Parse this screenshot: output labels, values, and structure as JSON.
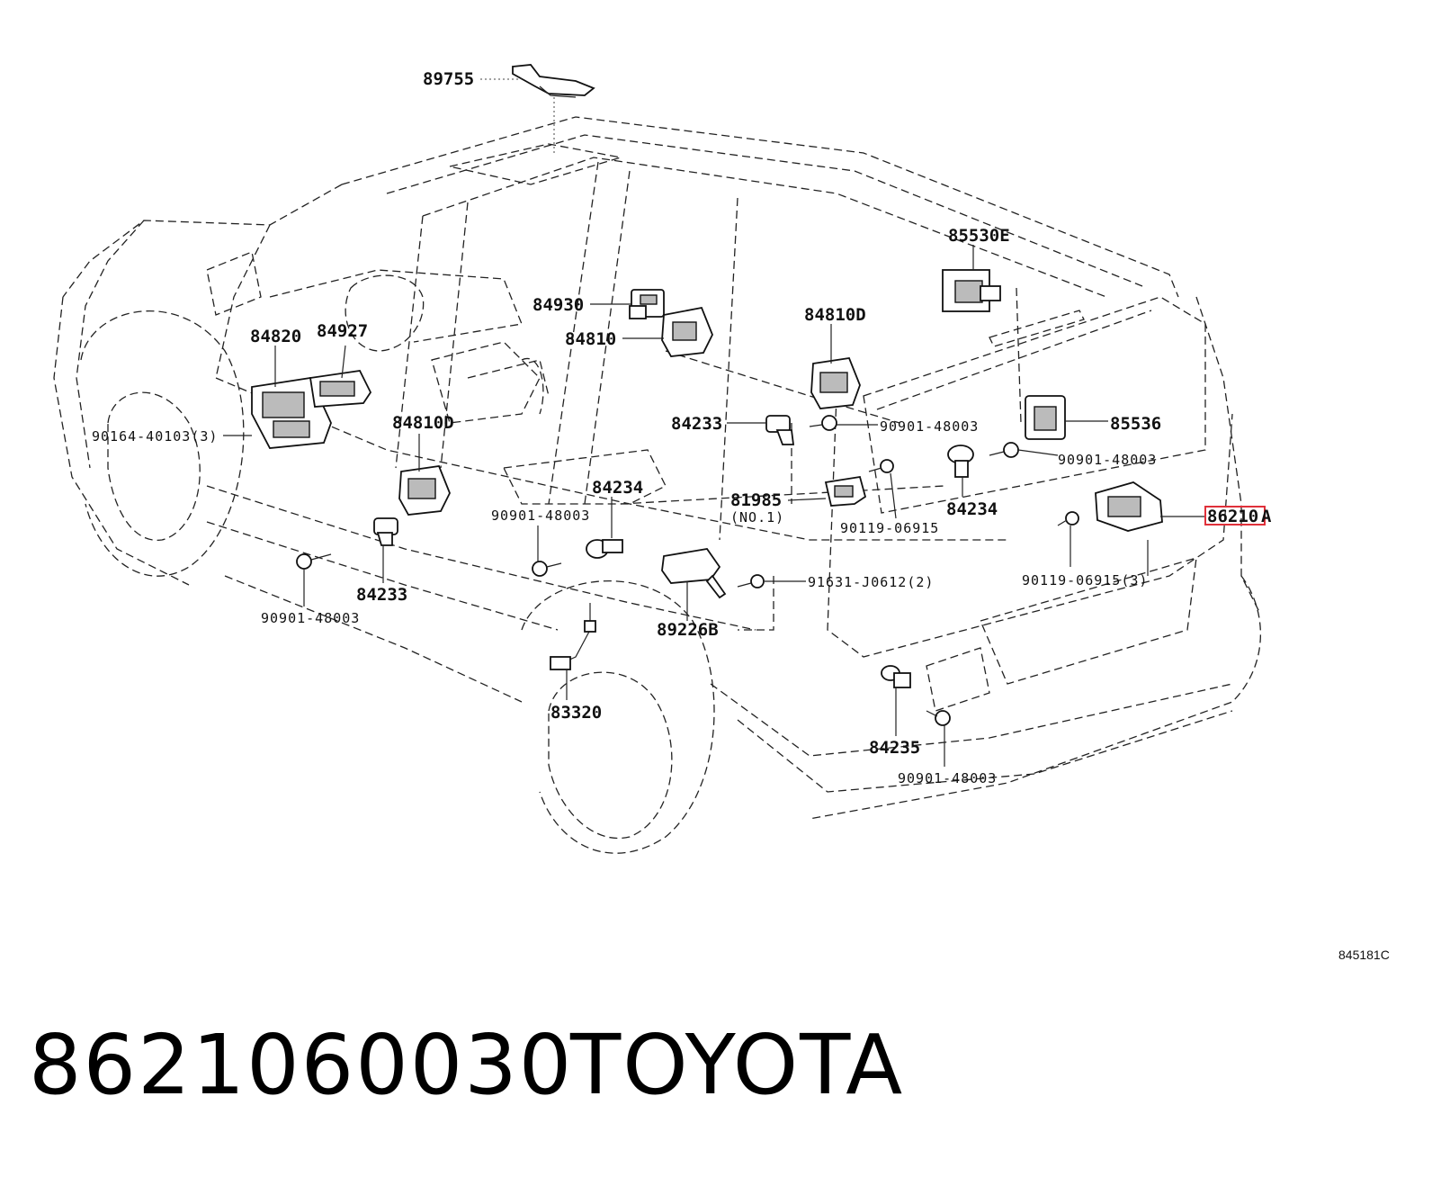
{
  "diagram": {
    "ref_code": "845181C",
    "labels": {
      "l89755": "89755",
      "l85530e": "85530E",
      "l84930": "84930",
      "l84810": "84810",
      "l84810d_top": "84810D",
      "l84820": "84820",
      "l84927": "84927",
      "l90164": "90164-40103(3)",
      "l84810d_mid": "84810D",
      "l84233_a": "84233",
      "l90901_a": "90901-48003",
      "l85536": "85536",
      "l90901_b": "90901-48003",
      "l84234_a": "84234",
      "l84234_b": "84234",
      "l81985": "81985",
      "l81985_sub": "(NO.1)",
      "l90119_a": "90119-06915",
      "l86210": "86210",
      "l86210_suffix": "A",
      "l90901_c": "90901-48003",
      "l90119_b": "90119-06915(3)",
      "l84233_b": "84233",
      "l90901_d": "90901-48003",
      "l91631": "91631-J0612(2)",
      "l89226b": "89226B",
      "l83320": "83320",
      "l84235": "84235",
      "l90901_e": "90901-48003"
    }
  },
  "footer": {
    "part_number": "8621060030",
    "brand": "TOYOTA"
  }
}
